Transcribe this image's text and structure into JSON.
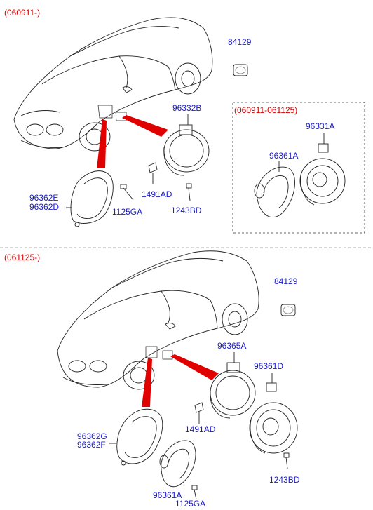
{
  "sections": {
    "top": {
      "period": "(060911-)",
      "subbox_period": "(060911-061125)",
      "parts": {
        "p84129": "84129",
        "p96332B": "96332B",
        "p96362E": "96362E",
        "p96362D": "96362D",
        "p1125GA": "1125GA",
        "p1491AD": "1491AD",
        "p1243BD": "1243BD",
        "p96331A": "96331A",
        "p96361A": "96361A"
      }
    },
    "bottom": {
      "period": "(061125-)",
      "parts": {
        "p84129": "84129",
        "p96365A": "96365A",
        "p96361D": "96361D",
        "p96362G": "96362G",
        "p96362F": "96362F",
        "p1491AD": "1491AD",
        "p1243BD": "1243BD",
        "p96361A": "96361A",
        "p1125GA": "1125GA"
      }
    }
  },
  "colors": {
    "period_text": "#d40000",
    "part_number": "#1a1acc",
    "leader_fill": "#e00000",
    "line": "#222222"
  },
  "icons": [
    "car-outline",
    "speaker-grille",
    "woofer-speaker",
    "bracket-adapter",
    "tweeter",
    "screw",
    "clip",
    "cap-plug"
  ]
}
